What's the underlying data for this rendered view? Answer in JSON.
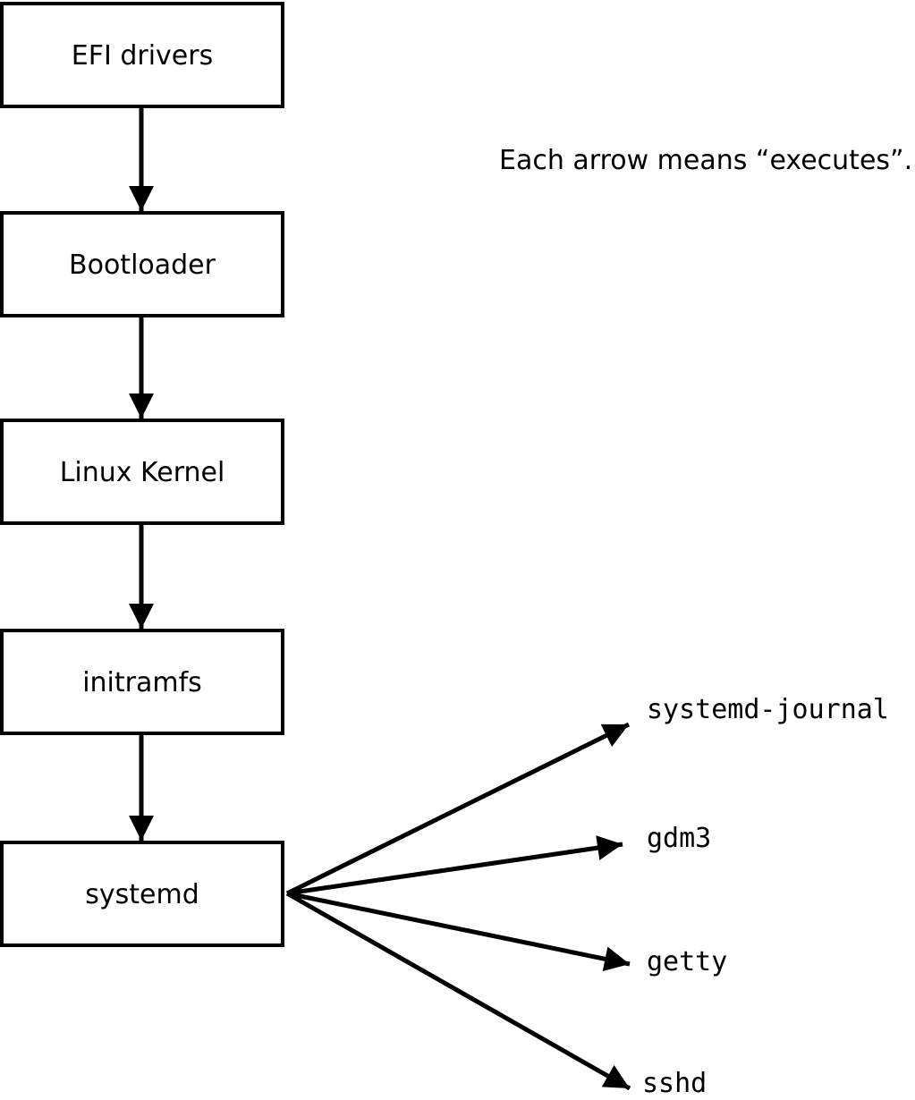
{
  "diagram": {
    "caption": "Each arrow means “executes”.",
    "arrow_meaning": "executes",
    "boot_chain": [
      {
        "label": "EFI drivers"
      },
      {
        "label": "Bootloader"
      },
      {
        "label": "Linux Kernel"
      },
      {
        "label": "initramfs"
      },
      {
        "label": "systemd"
      }
    ],
    "spawned_services": [
      {
        "label": "systemd-journal"
      },
      {
        "label": "gdm3"
      },
      {
        "label": "getty"
      },
      {
        "label": "sshd"
      }
    ],
    "colors": {
      "stroke": "#000000",
      "box_fill": "#ffffff",
      "background": "#ffffff"
    }
  }
}
